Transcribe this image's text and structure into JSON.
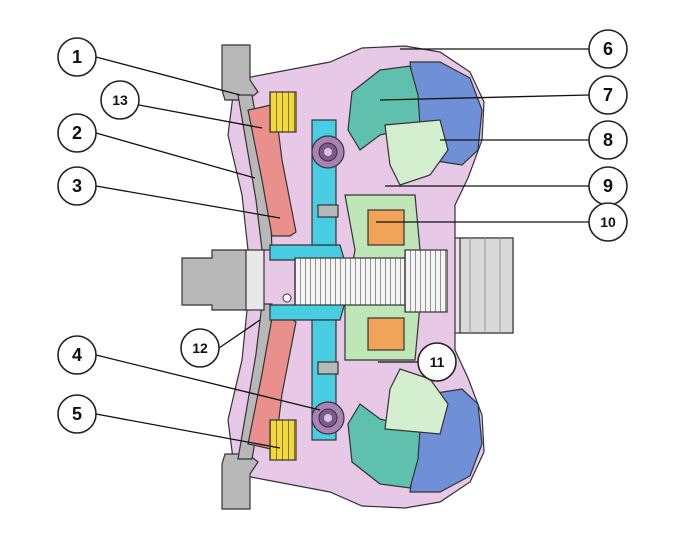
{
  "figure": {
    "subject": "torque converter cross-section",
    "colors": {
      "housing": "#e7c8e6",
      "flange": "#b8b8b8",
      "pressure_plate": "#e9908d",
      "spring_yellow": "#f3d93a",
      "turbine_teal": "#5fc0ad",
      "pump_blue": "#6f8fd6",
      "stator_green": "#bfe6b6",
      "bearing_orange": "#f2a35a",
      "hub_cyan": "#48cde3",
      "spring_purple": "#a982b5"
    }
  },
  "callouts": [
    {
      "id": "1",
      "label": "1"
    },
    {
      "id": "2",
      "label": "2"
    },
    {
      "id": "3",
      "label": "3"
    },
    {
      "id": "4",
      "label": "4"
    },
    {
      "id": "5",
      "label": "5"
    },
    {
      "id": "6",
      "label": "6"
    },
    {
      "id": "7",
      "label": "7"
    },
    {
      "id": "8",
      "label": "8"
    },
    {
      "id": "9",
      "label": "9"
    },
    {
      "id": "10",
      "label": "10"
    },
    {
      "id": "11",
      "label": "11"
    },
    {
      "id": "12",
      "label": "12"
    },
    {
      "id": "13",
      "label": "13"
    }
  ]
}
